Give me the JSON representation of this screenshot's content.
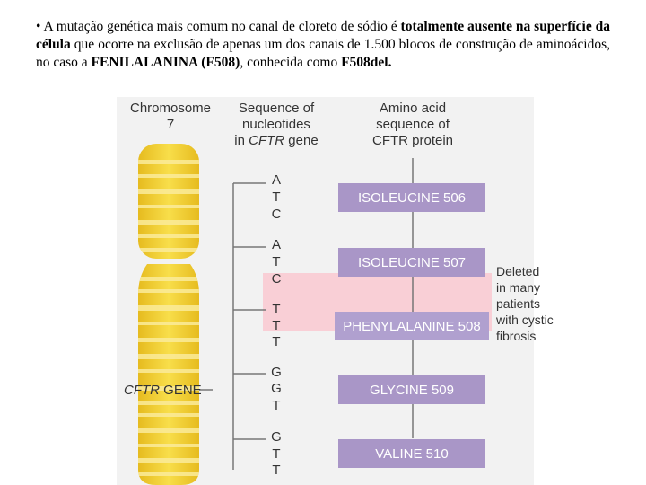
{
  "paragraph": {
    "bullet": "•",
    "t1": " A mutação genética mais comum no  canal de cloreto de sódio  é ",
    "b1": "totalmente ausente na superfície da célula",
    "t2": " que ocorre na exclusão de apenas um dos canais de 1.500 blocos de construção de aminoácidos, no caso a ",
    "b2": "FENILALANINA (F508)",
    "t3": ", conhecida como ",
    "b3": "F508del.",
    "t4": ""
  },
  "figure": {
    "headers": {
      "chromosome_l1": "Chromosome",
      "chromosome_l2": "7",
      "sequence_l1": "Sequence of",
      "sequence_l2": "nucleotides",
      "sequence_l3_a": "in ",
      "sequence_l3_b": "CFTR",
      "sequence_l3_c": " gene",
      "amino_l1": "Amino acid",
      "amino_l2": "sequence of",
      "amino_l3": "CFTR protein"
    },
    "gene_label_italic": "CFTR",
    "gene_label_rest": " GENE",
    "codons": [
      {
        "bases": [
          "A",
          "T",
          "C"
        ],
        "amino_acid": "ISOLEUCINE 506"
      },
      {
        "bases": [
          "A",
          "T",
          "C"
        ],
        "amino_acid": "ISOLEUCINE 507"
      },
      {
        "bases": [
          "T",
          "T",
          "T"
        ],
        "amino_acid": "PHENYLALANINE 508"
      },
      {
        "bases": [
          "G",
          "G",
          "T"
        ],
        "amino_acid": "GLYCINE 509"
      },
      {
        "bases": [
          "G",
          "T",
          "T"
        ],
        "amino_acid": "VALINE 510"
      }
    ],
    "deleted_note": [
      "Deleted",
      "in many",
      "patients",
      "with cystic",
      "fibrosis"
    ],
    "colors": {
      "chromosome": "#f5d63c",
      "chromosome_band": "#f9e88a",
      "amino_box": "#a996c7",
      "highlight": "#f9cfd6",
      "line": "#777777"
    }
  }
}
